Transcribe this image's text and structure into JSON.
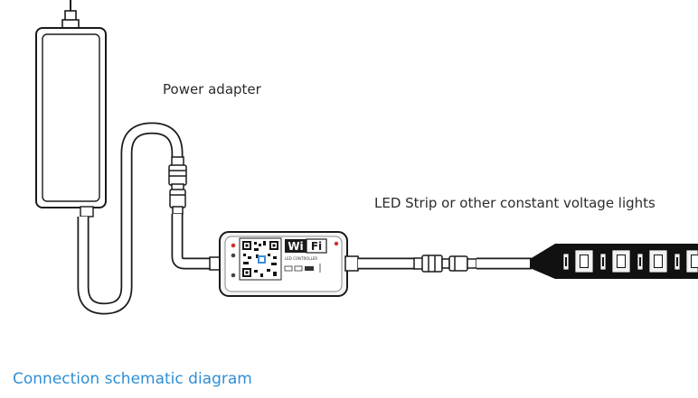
{
  "labels": {
    "power_adapter": "Power adapter",
    "led_strip": "LED Strip or other constant voltage lights",
    "caption": "Connection schematic diagram"
  },
  "controller": {
    "wifi_badge": "Wi Fi",
    "model": "LED CONTROLLER"
  },
  "colors": {
    "line": "#1a1a1a",
    "caption": "#2f8fd4",
    "strip": "#111111",
    "led_face": "#f2f2f2"
  },
  "icons": [
    "power-adapter",
    "cable-connector",
    "wifi-controller",
    "qr-code",
    "led-strip"
  ]
}
